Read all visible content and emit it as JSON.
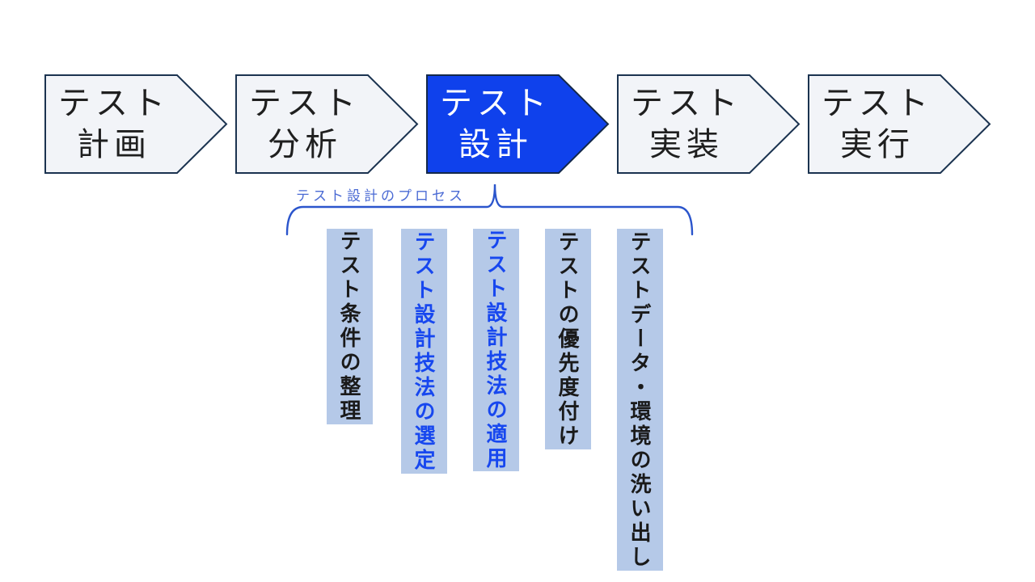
{
  "flow": {
    "stages": [
      {
        "line1": "テスト",
        "line2": "計画",
        "highlighted": false
      },
      {
        "line1": "テスト",
        "line2": "分析",
        "highlighted": false
      },
      {
        "line1": "テスト",
        "line2": "設計",
        "highlighted": true
      },
      {
        "line1": "テスト",
        "line2": "実装",
        "highlighted": false
      },
      {
        "line1": "テスト",
        "line2": "実行",
        "highlighted": false
      }
    ]
  },
  "process": {
    "label": "テスト設計のプロセス",
    "steps": [
      {
        "text": "テスト条件の整理",
        "emphasis": "black"
      },
      {
        "text": "テスト設計技法の選定",
        "emphasis": "blue"
      },
      {
        "text": "テスト設計技法の適用",
        "emphasis": "blue"
      },
      {
        "text": "テストの優先度付け",
        "emphasis": "black"
      },
      {
        "text": "テストデータ・環境の洗い出し",
        "emphasis": "black"
      }
    ]
  },
  "colors": {
    "highlight_blue": "#0f41ec",
    "chevron_fill": "#f2f4f8",
    "chevron_border": "#1b3350",
    "step_background": "#b5c9e8",
    "step_text_blue": "#1747ef",
    "brace_blue": "#2b55cc",
    "label_blue": "#4a6ad4"
  }
}
